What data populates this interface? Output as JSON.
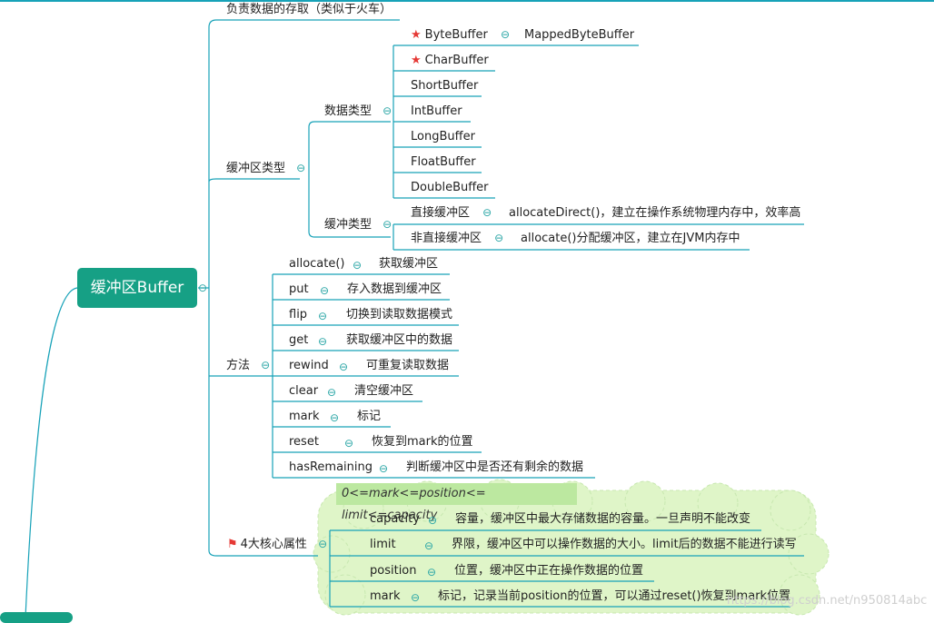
{
  "root": {
    "label": "缓冲区Buffer"
  },
  "desc": {
    "label": "负责数据的存取（类似于火车）"
  },
  "types": {
    "label": "缓冲区类型",
    "data_types": {
      "label": "数据类型",
      "items": [
        "ByteBuffer",
        "CharBuffer",
        "ShortBuffer",
        "IntBuffer",
        "LongBuffer",
        "FloatBuffer",
        "DoubleBuffer"
      ],
      "mapped": "MappedByteBuffer"
    },
    "buffer_types": {
      "label": "缓冲类型",
      "direct": {
        "label": "直接缓冲区",
        "desc": "allocateDirect()，建立在操作系统物理内存中，效率高"
      },
      "nondirect": {
        "label": "非直接缓冲区",
        "desc": "allocate()分配缓冲区，建立在JVM内存中"
      }
    }
  },
  "methods": {
    "label": "方法",
    "items": [
      {
        "name": "allocate()",
        "desc": "获取缓冲区"
      },
      {
        "name": "put",
        "desc": "存入数据到缓冲区"
      },
      {
        "name": "flip",
        "desc": "切换到读取数据模式"
      },
      {
        "name": "get",
        "desc": "获取缓冲区中的数据"
      },
      {
        "name": "rewind",
        "desc": "可重复读取数据"
      },
      {
        "name": "clear",
        "desc": "清空缓冲区"
      },
      {
        "name": "mark",
        "desc": "标记"
      },
      {
        "name": "reset",
        "desc": "恢复到mark的位置"
      },
      {
        "name": "hasRemaining",
        "desc": "判断缓冲区中是否还有剩余的数据"
      }
    ]
  },
  "core": {
    "label": "4大核心属性",
    "formula": "0<=mark<=position<= limit<=capacity",
    "items": [
      {
        "name": "capacity",
        "desc": "容量，缓冲区中最大存储数据的容量。一旦声明不能改变"
      },
      {
        "name": "limit",
        "desc": "界限，缓冲区中可以操作数据的大小。limit后的数据不能进行读写"
      },
      {
        "name": "position",
        "desc": "位置，缓冲区中正在操作数据的位置"
      },
      {
        "name": "mark",
        "desc": "标记，记录当前position的位置，可以通过reset()恢复到mark位置"
      }
    ]
  },
  "watermark": "https://blog.csdn.net/n950814abc",
  "colors": {
    "root": "#16a085",
    "line": "#17a2b8",
    "cloud": "#dff5c8",
    "formula_bg": "#bce8a0"
  }
}
